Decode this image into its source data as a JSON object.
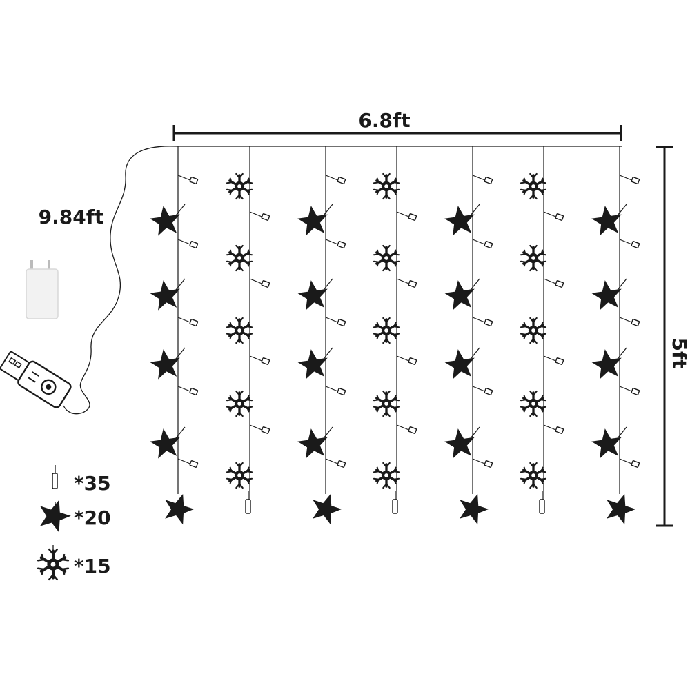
{
  "dimensions": {
    "width_label": "6.8ft",
    "height_label": "5ft",
    "cable_label": "9.84ft"
  },
  "legend": {
    "bulb_count": "*35",
    "star_count": "*20",
    "snowflake_count": "*15"
  },
  "colors": {
    "ink": "#1a1a1a",
    "adapter": "#f2f2f2"
  }
}
